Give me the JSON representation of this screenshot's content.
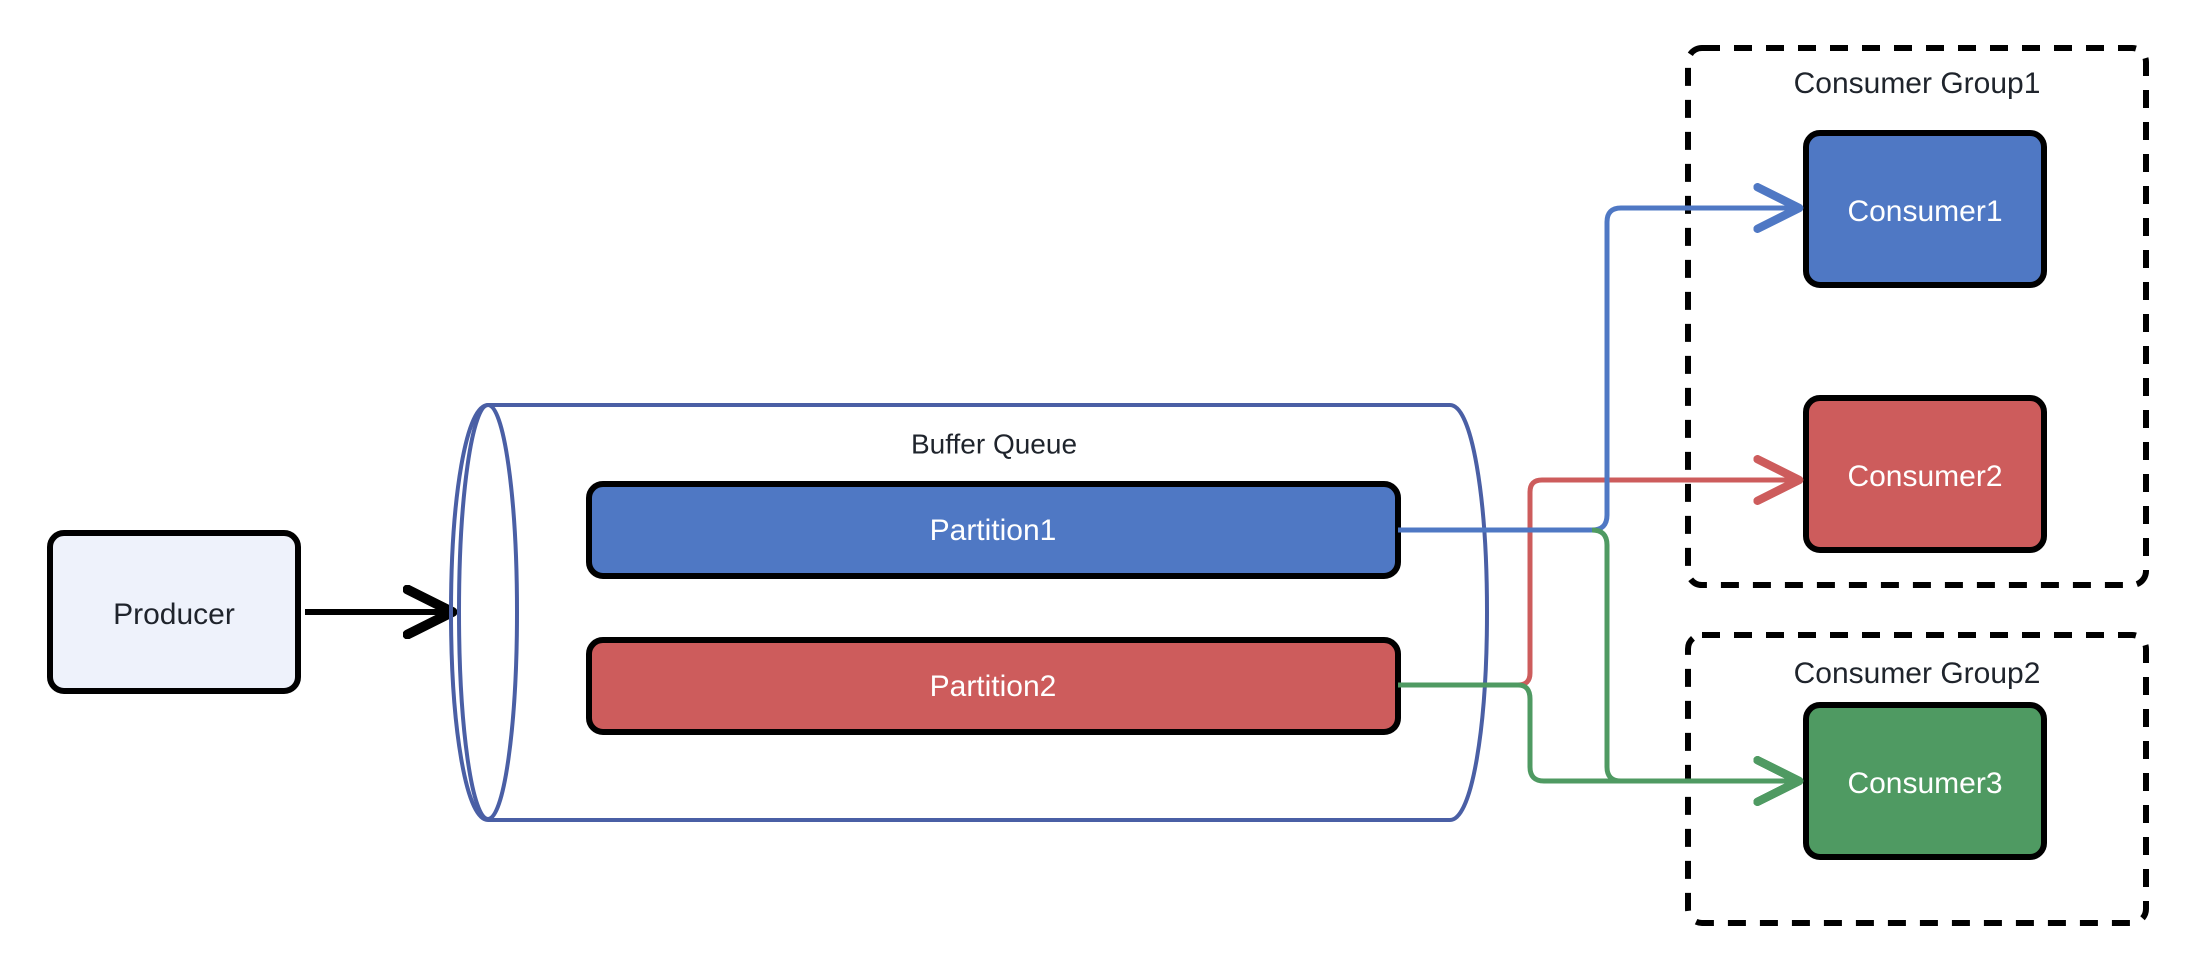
{
  "diagram": {
    "title": "Message Queue Producer Consumer Group Topology",
    "type": "flow-diagram",
    "background_color": "#ffffff",
    "colors": {
      "blue_fill": "#4f78c4",
      "red_fill": "#cd5c5c",
      "green_fill": "#4f9a62",
      "producer_fill": "#eef2fb",
      "cylinder_stroke": "#4a5fa5",
      "node_stroke": "#000000",
      "group_border": "#000000",
      "blue_connector": "#4f78c4",
      "red_connector": "#cd5c5c",
      "green_connector": "#4f9a62",
      "black_connector": "#000000",
      "label_dark": "#1f242c",
      "label_light": "#ffffff"
    },
    "nodes": {
      "producer": {
        "label": "Producer",
        "shape": "rounded-rectangle",
        "fill": "#eef2fb",
        "text_color": "#1f242c"
      },
      "buffer_queue": {
        "label": "Buffer Queue",
        "shape": "cylinder",
        "fill": "#ffffff",
        "text_color": "#1f242c"
      },
      "partition1": {
        "label": "Partition1",
        "shape": "rounded-rectangle",
        "fill": "#4f78c4",
        "text_color": "#ffffff"
      },
      "partition2": {
        "label": "Partition2",
        "shape": "rounded-rectangle",
        "fill": "#cd5c5c",
        "text_color": "#ffffff"
      },
      "consumer1": {
        "label": "Consumer1",
        "shape": "rounded-rectangle",
        "fill": "#4f78c4",
        "text_color": "#ffffff"
      },
      "consumer2": {
        "label": "Consumer2",
        "shape": "rounded-rectangle",
        "fill": "#cd5c5c",
        "text_color": "#ffffff"
      },
      "consumer3": {
        "label": "Consumer3",
        "shape": "rounded-rectangle",
        "fill": "#4f9a62",
        "text_color": "#ffffff"
      }
    },
    "groups": [
      {
        "id": "consumer-group-1",
        "label": "Consumer Group1",
        "border_style": "dashed",
        "members": [
          "Consumer1",
          "Consumer2"
        ]
      },
      {
        "id": "consumer-group-2",
        "label": "Consumer Group2",
        "border_style": "dashed",
        "members": [
          "Consumer3"
        ]
      }
    ],
    "connectors": [
      {
        "id": "producer-to-buffer",
        "from": "Producer",
        "to": "Buffer Queue",
        "color": "#000000",
        "arrowhead": true
      },
      {
        "id": "partition1-to-consumer1",
        "from": "Partition1",
        "to": "Consumer1",
        "color": "#4f78c4",
        "arrowhead": true
      },
      {
        "id": "partition2-to-consumer2",
        "from": "Partition2",
        "to": "Consumer2",
        "color": "#cd5c5c",
        "arrowhead": true
      },
      {
        "id": "partition1-to-consumer3",
        "from": "Partition1",
        "to": "Consumer3",
        "color": "#4f9a62",
        "arrowhead": true
      },
      {
        "id": "partition2-to-consumer3",
        "from": "Partition2",
        "to": "Consumer3",
        "color": "#4f9a62",
        "arrowhead": true
      }
    ]
  }
}
